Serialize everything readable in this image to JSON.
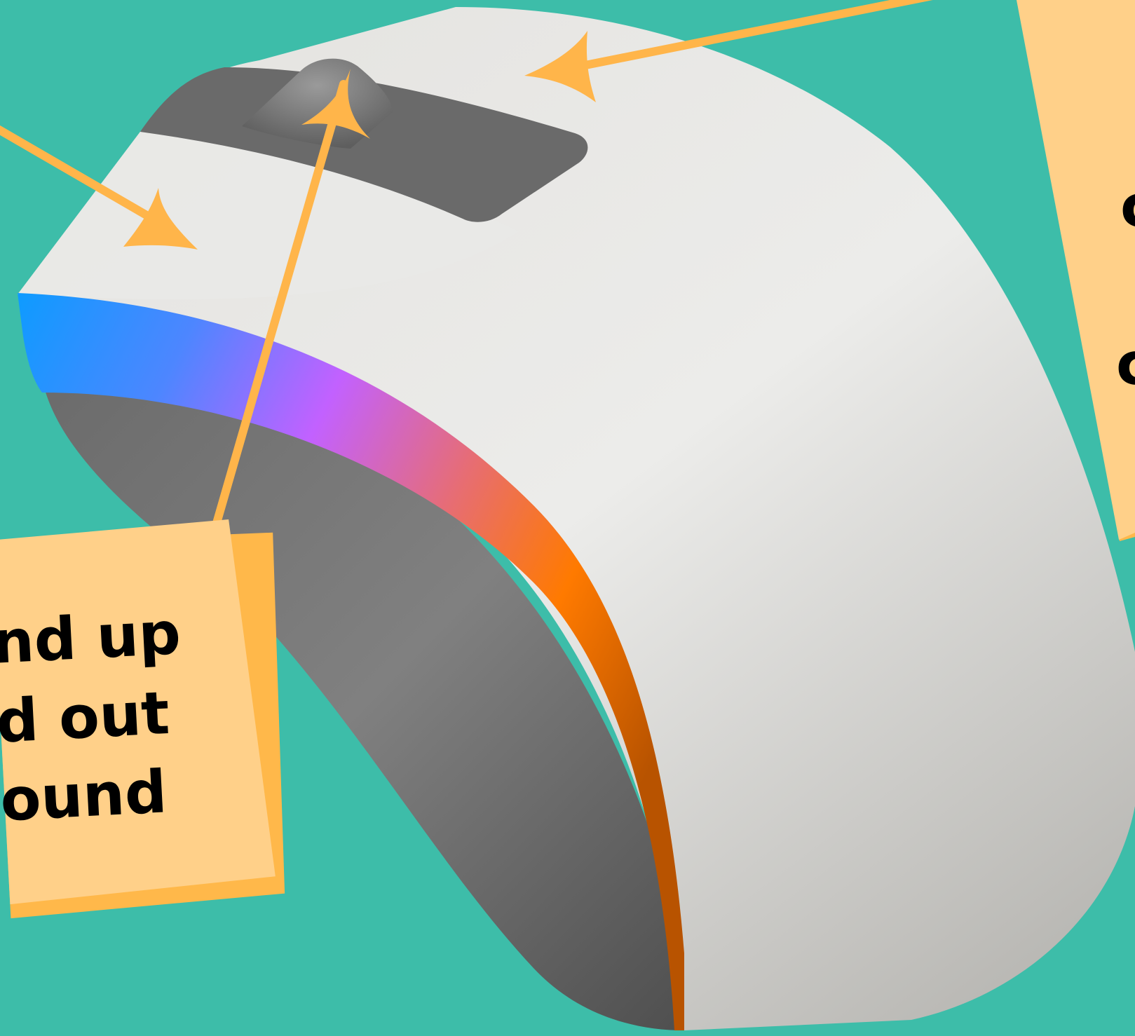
{
  "colors": {
    "background": "#3dbda9",
    "mouse_body": "#e4e3e0",
    "mouse_shadow_side": "#6f6f6f",
    "scroll_pad": "#6a6a6a",
    "note_paper": "#ffd089",
    "note_back": "#ffb84a",
    "arrow": "#ffb54a",
    "stripe": [
      "#0e9bff",
      "#4d86ff",
      "#c261ff",
      "#e76d73",
      "#ff7a00",
      "#b85300"
    ]
  },
  "icons": {
    "mouse": "computer-mouse-icon",
    "arrows": "arrow-icon"
  },
  "note_left": {
    "lines": [
      "nd up",
      "d out",
      "ound"
    ]
  },
  "note_right": {
    "lines": [
      "",
      "c",
      "c"
    ]
  }
}
